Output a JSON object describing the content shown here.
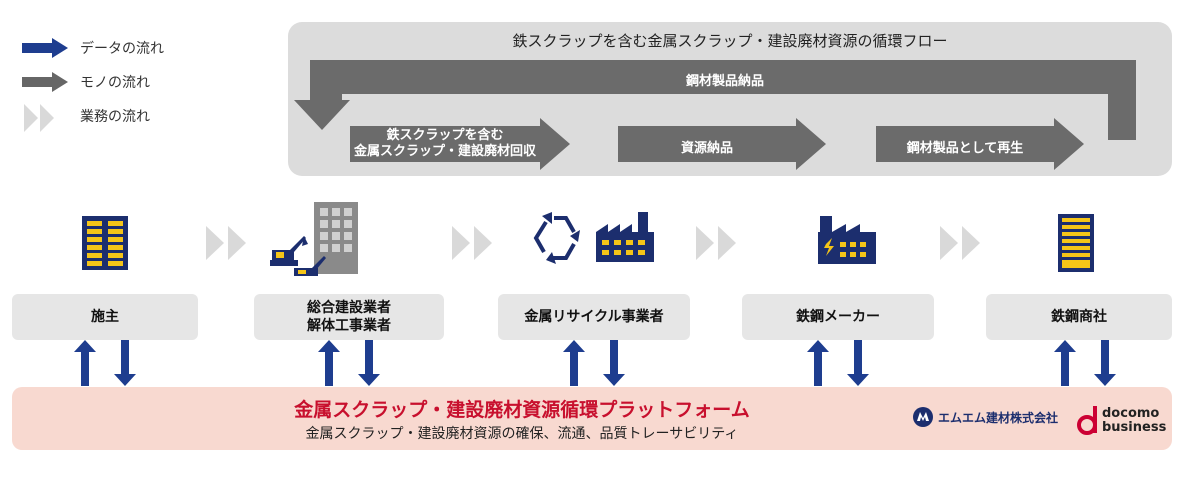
{
  "legend": [
    {
      "icon": "blue-arrow-icon",
      "label": "データの流れ",
      "color": "#1e3d8f"
    },
    {
      "icon": "gray-arrow-icon",
      "label": "モノの流れ",
      "color": "#666666"
    },
    {
      "icon": "light-chevron-icon",
      "label": "業務の流れ",
      "color": "#d9d9d9"
    }
  ],
  "loop": {
    "title": "鉄スクラップを含む金属スクラップ・建設廃材資源の循環フロー",
    "top_arrow_label": "鋼材製品納品",
    "steps": [
      {
        "line1": "鉄スクラップを含む",
        "line2": "金属スクラップ・建設廃材回収"
      },
      {
        "line1": "資源納品",
        "line2": ""
      },
      {
        "line1": "鋼材製品として再生",
        "line2": ""
      }
    ]
  },
  "actors": [
    {
      "line1": "施主",
      "line2": "",
      "icon": "building-icon"
    },
    {
      "line1": "総合建設業者",
      "line2": "解体工事業者",
      "icon": "demolition-site-icon"
    },
    {
      "line1": "金属リサイクル事業者",
      "line2": "",
      "icon": "recycle-factory-icon"
    },
    {
      "line1": "鉄鋼メーカー",
      "line2": "",
      "icon": "power-factory-icon"
    },
    {
      "line1": "鉄鋼商社",
      "line2": "",
      "icon": "trading-company-icon"
    }
  ],
  "platform": {
    "title": "金属スクラップ・建設廃材資源循環プラットフォーム",
    "subtitle": "金属スクラップ・建設廃材資源の確保、流通、品質トレーサビリティ"
  },
  "logos": {
    "mm": "エムエム建材株式会社",
    "docomo_line1": "docomo",
    "docomo_line2": "business"
  },
  "colors": {
    "data_arrow": "#1e3d8f",
    "goods_arrow": "#6b6b6b",
    "process_chevron": "#d9d9d9",
    "icon_navy": "#1c2e6e",
    "icon_yellow": "#f5c518",
    "platform_bg": "#f8d9d0",
    "platform_title": "#c8102e"
  }
}
